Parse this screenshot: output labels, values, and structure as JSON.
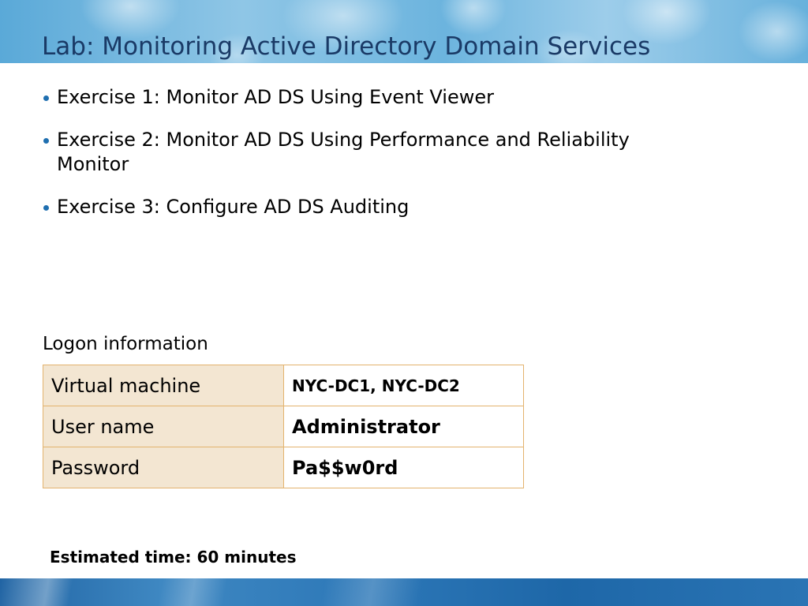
{
  "slide": {
    "title": "Lab: Monitoring Active Directory Domain Services",
    "bullets": [
      "Exercise 1: Monitor AD DS Using Event Viewer",
      "Exercise 2: Monitor AD DS Using Performance and Reliability Monitor",
      "Exercise 3: Configure AD DS Auditing"
    ],
    "logon": {
      "caption": "Logon information",
      "rows": [
        {
          "label": "Virtual machine",
          "value": "NYC-DC1, NYC-DC2"
        },
        {
          "label": "User name",
          "value": "Administrator"
        },
        {
          "label": "Password",
          "value": "Pa$$w0rd"
        }
      ]
    },
    "estimate": "Estimated time: 60 minutes"
  },
  "colors": {
    "title": "#1a3a66",
    "bullet": "#1f6fb0",
    "table_border": "#e3b36e",
    "table_label_bg": "#f3e6d2",
    "top_banner": "#6cb4de",
    "bottom_banner": "#2d78b8"
  }
}
